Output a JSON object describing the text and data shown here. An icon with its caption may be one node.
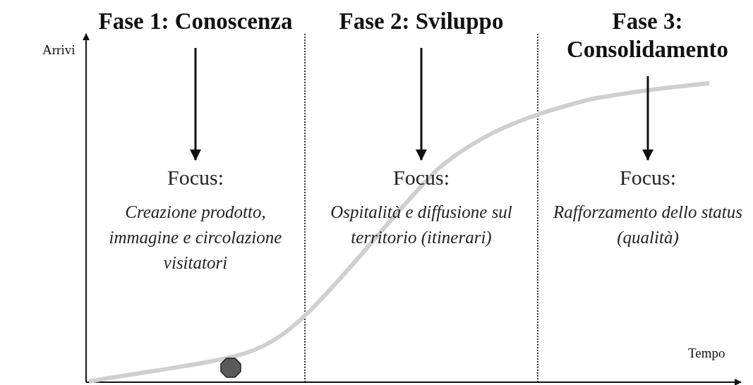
{
  "diagram": {
    "nodes": [
      {
        "text": [
          "Fase 1: Conoscenza"
        ]
      },
      {
        "text": [
          "Focus:",
          "Creazione prodotto, immagine e circolazione visitatori"
        ]
      },
      {
        "text": [
          "Fase 2: Sviluppo"
        ]
      },
      {
        "text": [
          "Focus:",
          "Ospitalità e diffusione sul territorio (itinerari)"
        ]
      },
      {
        "text": [
          "Fase 3: Consolidamento"
        ]
      },
      {
        "text": [
          "Focus:",
          "Rafforzamento dello status (qualità)"
        ]
      }
    ],
    "edges": [
      {
        "from": 0,
        "to": 1,
        "arrow": "to"
      },
      {
        "from": 2,
        "to": 3,
        "arrow": "to"
      },
      {
        "from": 4,
        "to": 5,
        "arrow": "to"
      }
    ],
    "labels": [
      "Arrivi",
      "Tempo"
    ]
  }
}
